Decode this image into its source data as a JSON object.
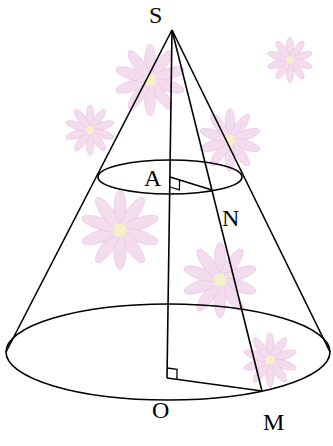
{
  "diagram": {
    "labels": [
      "S",
      "A",
      "N",
      "O",
      "M"
    ]
  }
}
